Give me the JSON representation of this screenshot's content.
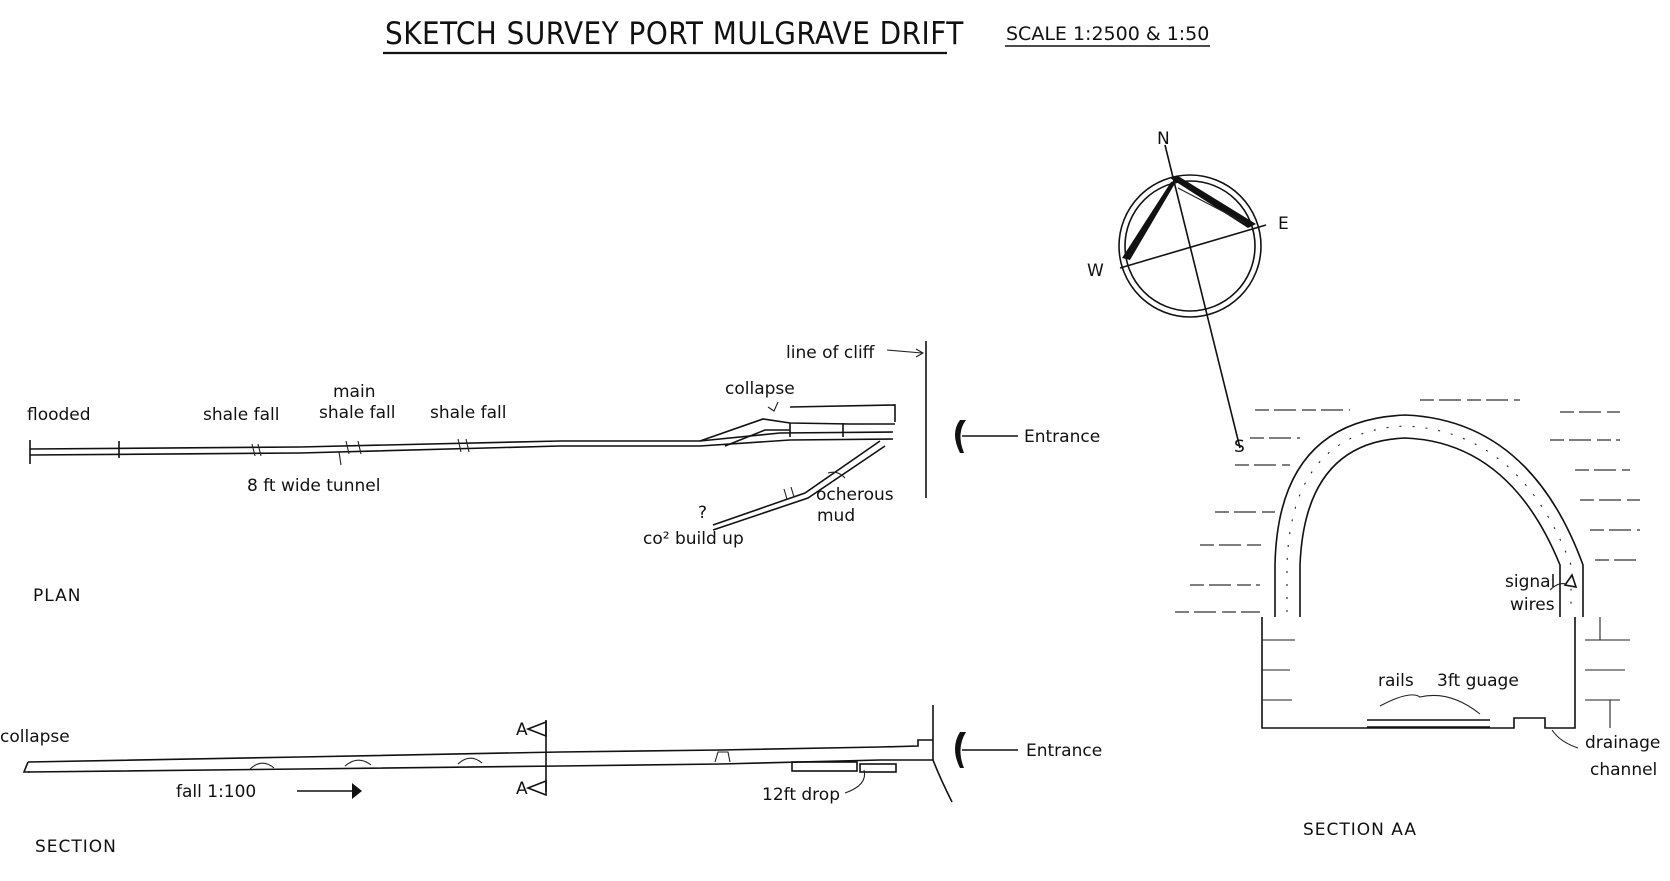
{
  "title": "SKETCH SURVEY  PORT MULGRAVE  DRIFT",
  "scale": "SCALE 1:2500 & 1:50",
  "plan": {
    "caption": "PLAN",
    "labels": {
      "flooded": "flooded",
      "shale_fall_1": "shale fall",
      "main": "main",
      "main_shale_fall": "shale fall",
      "shale_fall_2": "shale fall",
      "tunnel": "8 ft wide tunnel",
      "collapse": "collapse",
      "line_of_cliff": "line of cliff",
      "entrance": "Entrance",
      "ocherous": "ocherous",
      "mud": "mud",
      "co2": "co² build up",
      "question": "?"
    }
  },
  "section": {
    "caption": "SECTION",
    "labels": {
      "collapse": "collapse",
      "fall": "fall 1:100",
      "a_top": "A",
      "a_bottom": "A",
      "drop": "12ft drop",
      "entrance": "Entrance"
    }
  },
  "section_aa": {
    "caption": "SECTION AA",
    "labels": {
      "signal": "signal",
      "wires": "wires",
      "rails": "rails",
      "gauge": "3ft guage",
      "drainage": "drainage",
      "channel": "channel"
    }
  },
  "compass": {
    "n": "N",
    "e": "E",
    "s": "S",
    "w": "W"
  }
}
